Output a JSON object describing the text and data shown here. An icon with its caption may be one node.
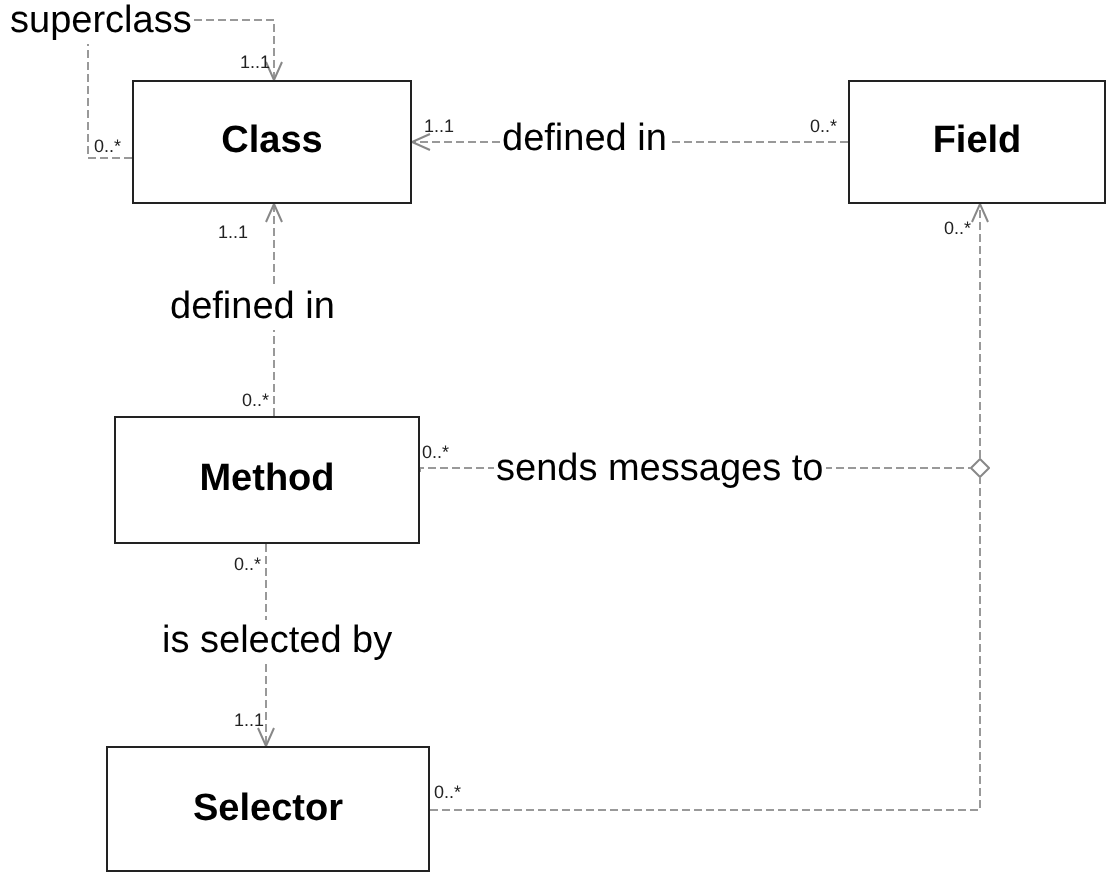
{
  "diagram": {
    "nodes": [
      {
        "text": [
          "Class"
        ]
      },
      {
        "text": [
          "Field"
        ]
      },
      {
        "text": [
          "Method"
        ]
      },
      {
        "text": [],
        "shape": "diamond"
      },
      {
        "text": [
          "Selector"
        ]
      }
    ],
    "edges": [
      {
        "from": 0,
        "to": 0,
        "arrow": "to",
        "label": "superclass",
        "style": "dashed"
      },
      {
        "from": 1,
        "to": 0,
        "arrow": "to",
        "label": "defined in",
        "style": "dashed"
      },
      {
        "from": 2,
        "to": 0,
        "arrow": "to",
        "label": "defined in",
        "style": "dashed"
      },
      {
        "from": 2,
        "to": 3,
        "arrow": "none",
        "label": "sends messages to",
        "style": "dashed"
      },
      {
        "from": 3,
        "to": 1,
        "arrow": "to",
        "style": "dashed"
      },
      {
        "from": 2,
        "to": 4,
        "arrow": "to",
        "label": "is selected by",
        "style": "dashed"
      },
      {
        "from": 4,
        "to": 3,
        "arrow": "none",
        "style": "dashed"
      }
    ],
    "labels": [
      "1..1",
      "0..*",
      "1..1",
      "0..*",
      "1..1",
      "0..*",
      "0..*",
      "0..*",
      "0..*",
      "1..1",
      "0..*"
    ]
  }
}
